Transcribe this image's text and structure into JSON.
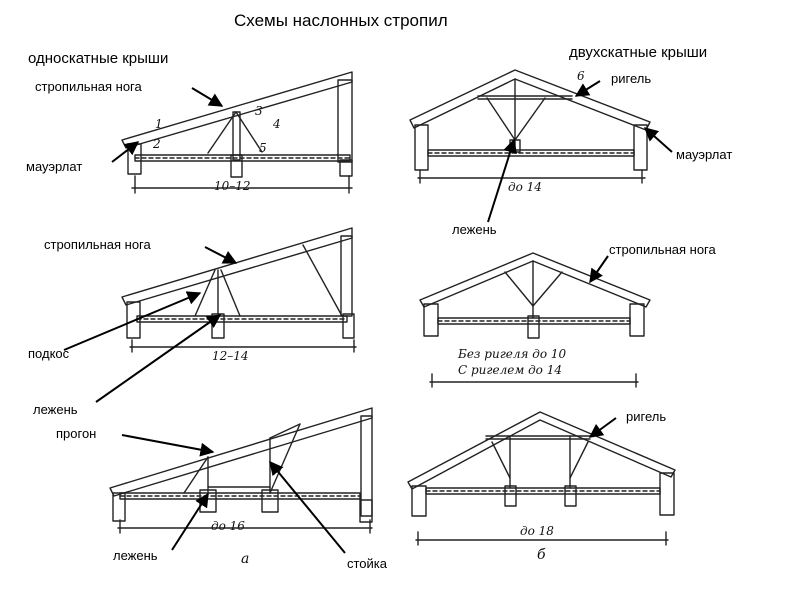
{
  "title": "Схемы наслонных стропил",
  "left_header": "односкатные крыши",
  "right_header": "двухскатные крыши",
  "labels": {
    "rafter_leg_1": "стропильная нога",
    "mauerlat_left": "мауэрлат",
    "rafter_leg_2": "стропильная нога",
    "brace": "подкос",
    "sill_mid": "лежень",
    "purlin": "прогон",
    "sill_bottom": "лежень",
    "post": "стойка",
    "collar_top": "ригель",
    "mauerlat_right": "мауэрлат",
    "sill_right": "лежень",
    "rafter_leg_right": "стропильная нога",
    "collar_bottom": "ригель"
  },
  "part_numbers": [
    "1",
    "2",
    "3",
    "4",
    "5",
    "6"
  ],
  "dimensions": {
    "left_top": "10–12",
    "left_mid": "12–14",
    "left_bottom": "до 16",
    "right_top": "до 14",
    "right_mid_line1": "Без ригеля до 10",
    "right_mid_line2": "С ригелем до 14",
    "right_bottom": "до 18"
  },
  "captions": {
    "left": "а",
    "right": "б"
  }
}
